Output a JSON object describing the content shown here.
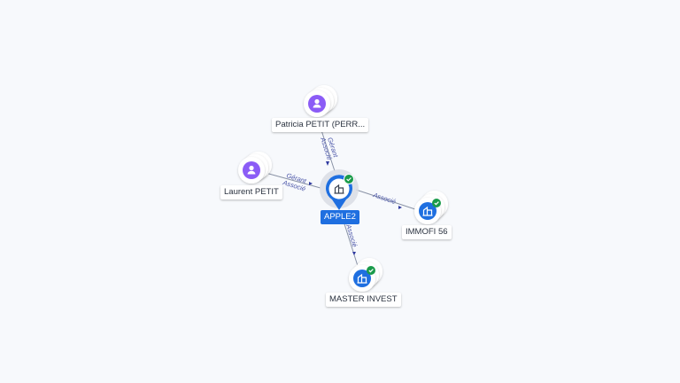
{
  "colors": {
    "person": "#8b5cf6",
    "company": "#1f6fe0",
    "check": "#1a9b4a",
    "edge": "#8a93a6",
    "edge_label": "#4a55a8",
    "background": "#f7f9fc"
  },
  "center": {
    "label": "APPLE2",
    "icon": "building-icon",
    "verified": true
  },
  "nodes": [
    {
      "id": "patricia",
      "label": "Patricia PETIT (PERR...",
      "kind": "person",
      "icon": "person-icon"
    },
    {
      "id": "laurent",
      "label": "Laurent PETIT",
      "kind": "person",
      "icon": "person-icon"
    },
    {
      "id": "immofi",
      "label": "IMMOFI 56",
      "kind": "company",
      "icon": "building-icon",
      "verified": true
    },
    {
      "id": "master",
      "label": "MASTER INVEST",
      "kind": "company",
      "icon": "building-icon",
      "verified": true
    }
  ],
  "edges": [
    {
      "from": "patricia",
      "labels": [
        "Gérant",
        "Associé"
      ]
    },
    {
      "from": "laurent",
      "labels": [
        "Gérant",
        "Associé"
      ]
    },
    {
      "to": "immofi",
      "labels": [
        "Associé"
      ]
    },
    {
      "to": "master",
      "labels": [
        "Associé"
      ]
    }
  ]
}
